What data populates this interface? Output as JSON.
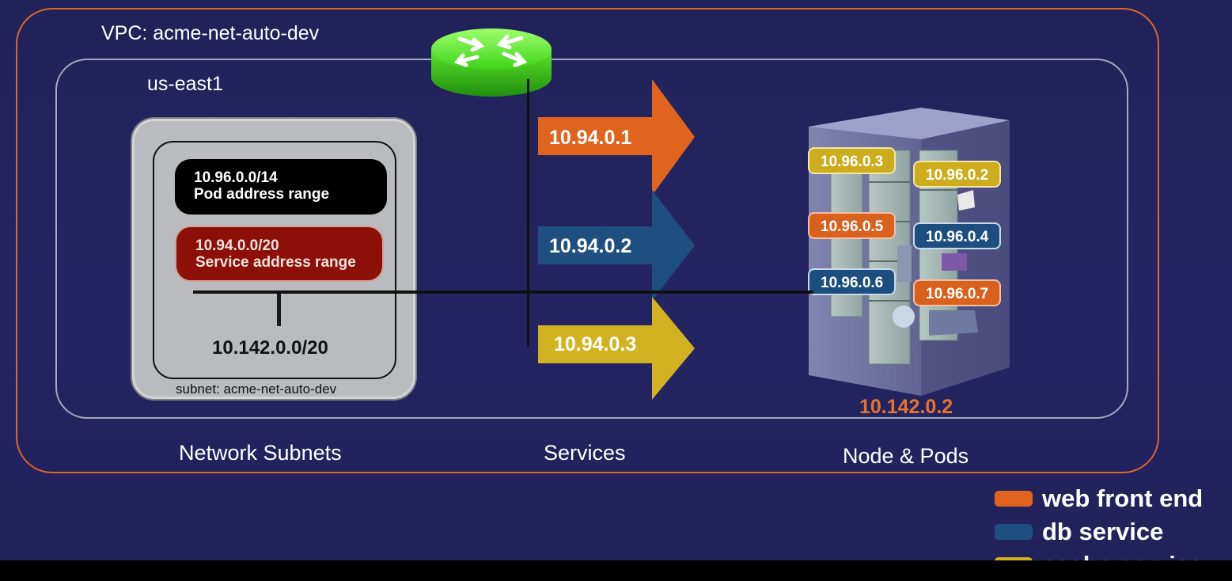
{
  "vpc_label": "VPC: acme-net-auto-dev",
  "region_label": "us-east1",
  "subnet": {
    "pod_range_cidr": "10.96.0.0/14",
    "pod_range_label": "Pod address range",
    "service_range_cidr": "10.94.0.0/20",
    "service_range_label": "Service address range",
    "cidr": "10.142.0.0/20",
    "name": "subnet: acme-net-auto-dev"
  },
  "columns": {
    "subnets": "Network Subnets",
    "services": "Services",
    "nodes": "Node & Pods"
  },
  "services": [
    {
      "ip": "10.94.0.1",
      "color": "#e0641d"
    },
    {
      "ip": "10.94.0.2",
      "color": "#1f4f80"
    },
    {
      "ip": "10.94.0.3",
      "color": "#d3b221"
    }
  ],
  "node_ip": "10.142.0.2",
  "pods": [
    {
      "ip": "10.96.0.3",
      "service": "cache service"
    },
    {
      "ip": "10.96.0.2",
      "service": "cache service"
    },
    {
      "ip": "10.96.0.5",
      "service": "web front end"
    },
    {
      "ip": "10.96.0.4",
      "service": "db service"
    },
    {
      "ip": "10.96.0.6",
      "service": "db service"
    },
    {
      "ip": "10.96.0.7",
      "service": "web front end"
    }
  ],
  "legend": [
    {
      "label": "web front end",
      "color": "#e0641d"
    },
    {
      "label": "db service",
      "color": "#1f4f80"
    },
    {
      "label": "cache service",
      "color": "#d3b221"
    }
  ]
}
